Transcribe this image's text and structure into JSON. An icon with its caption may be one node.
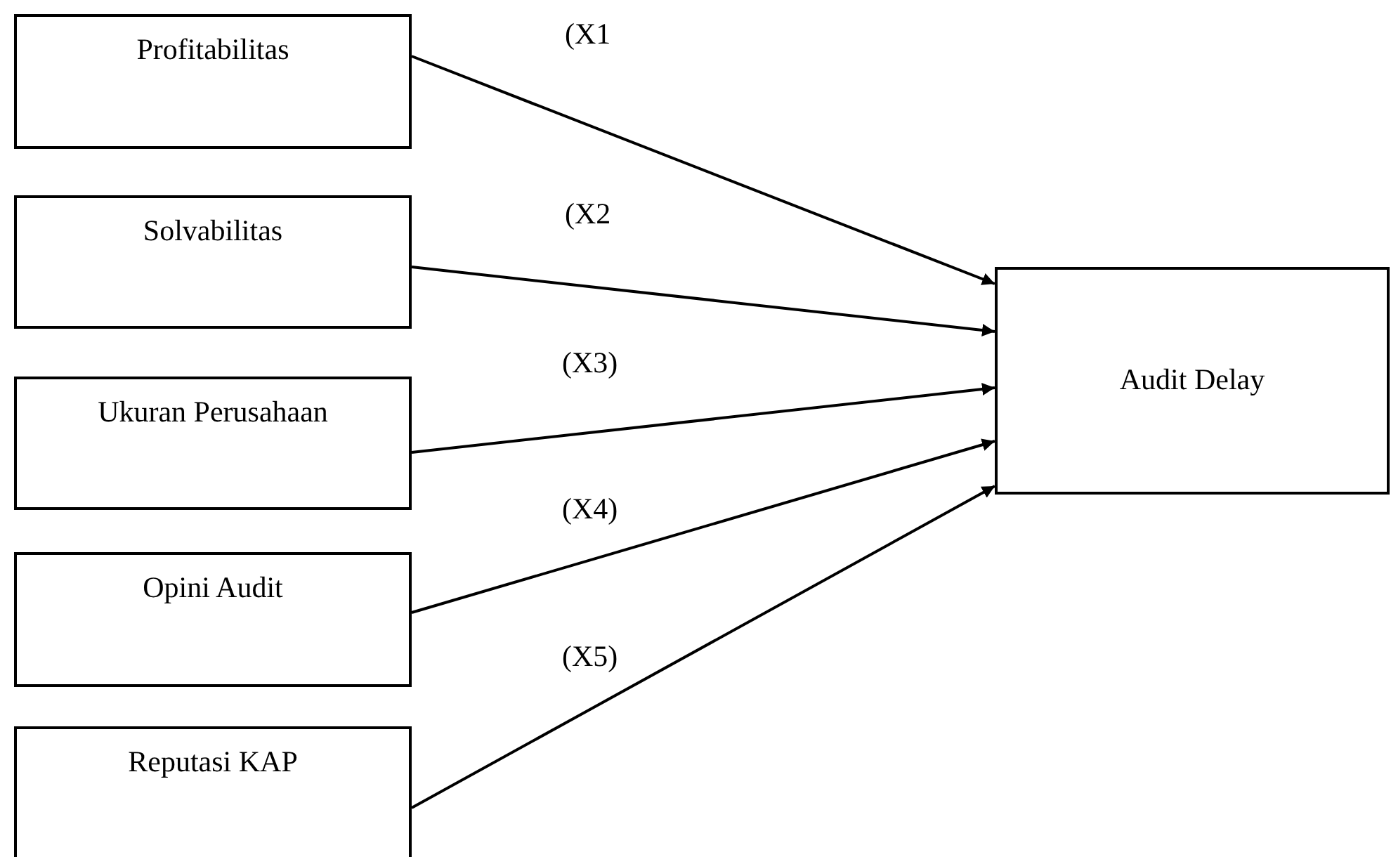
{
  "diagram": {
    "nodes": [
      {
        "text": [
          "Profitabilitas"
        ]
      },
      {
        "text": [
          "Solvabilitas"
        ]
      },
      {
        "text": [
          "Ukuran Perusahaan"
        ]
      },
      {
        "text": [
          "Opini Audit"
        ]
      },
      {
        "text": [
          "Reputasi KAP"
        ]
      },
      {
        "text": [
          "Audit Delay"
        ]
      }
    ],
    "edges": [
      {
        "from": 0,
        "to": 5,
        "arrow": "to",
        "label": "(X1"
      },
      {
        "from": 1,
        "to": 5,
        "arrow": "to",
        "label": "(X2"
      },
      {
        "from": 2,
        "to": 5,
        "arrow": "to",
        "label": "(X3)"
      },
      {
        "from": 3,
        "to": 5,
        "arrow": "to",
        "label": "(X4)"
      },
      {
        "from": 4,
        "to": 5,
        "arrow": "to",
        "label": "(X5)"
      }
    ]
  }
}
